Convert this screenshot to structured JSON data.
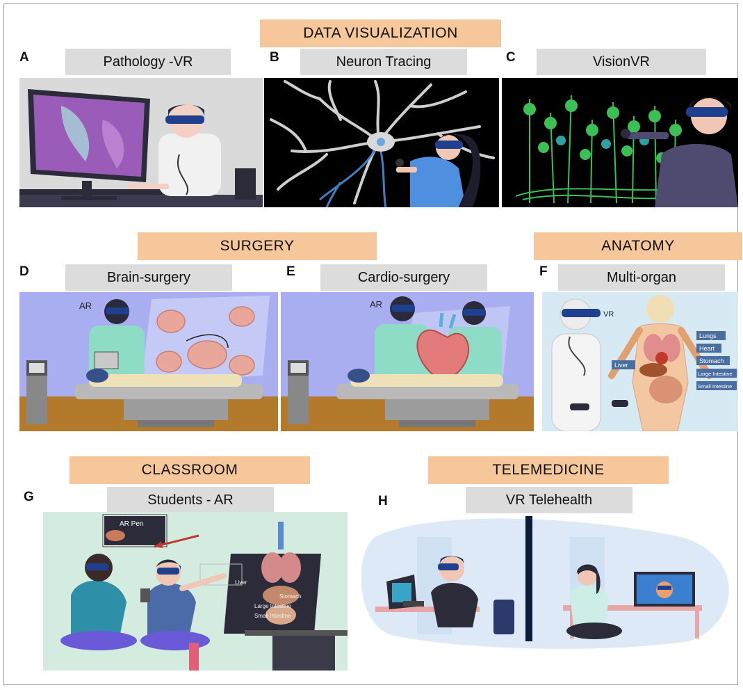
{
  "sections": {
    "data_visualization": "DATA VISUALIZATION",
    "surgery": "SURGERY",
    "anatomy": "ANATOMY",
    "classroom": "CLASSROOM",
    "telemedicine": "TELEMEDICINE"
  },
  "panels": {
    "A": {
      "letter": "A",
      "title": "Pathology -VR"
    },
    "B": {
      "letter": "B",
      "title": "Neuron Tracing"
    },
    "C": {
      "letter": "C",
      "title": "VisionVR"
    },
    "D": {
      "letter": "D",
      "title": "Brain-surgery",
      "tag": "AR"
    },
    "E": {
      "letter": "E",
      "title": "Cardio-surgery",
      "tag": "AR"
    },
    "F": {
      "letter": "F",
      "title": "Multi-organ",
      "tag": "VR",
      "organs": [
        "Lungs",
        "Heart",
        "Stomach",
        "Large Intestine",
        "Small Intestine",
        "Liver"
      ]
    },
    "G": {
      "letter": "G",
      "title": "Students - AR",
      "pen": "AR Pen",
      "organs": [
        "Liver",
        "Stomach",
        "Large Intestine",
        "Small Intestine"
      ]
    },
    "H": {
      "letter": "H",
      "title": "VR Telehealth"
    }
  },
  "colors": {
    "section_bg": "#f7c79c",
    "subtitle_bg": "#dcdcdc",
    "headset": "#1f3f8f",
    "surgery_wall": "#a9aef0",
    "floor": "#b27a2a",
    "anatomy_bg": "#d7eaf3",
    "classroom_bg": "#d4ece0",
    "tele_bg": "#dde9f6"
  }
}
